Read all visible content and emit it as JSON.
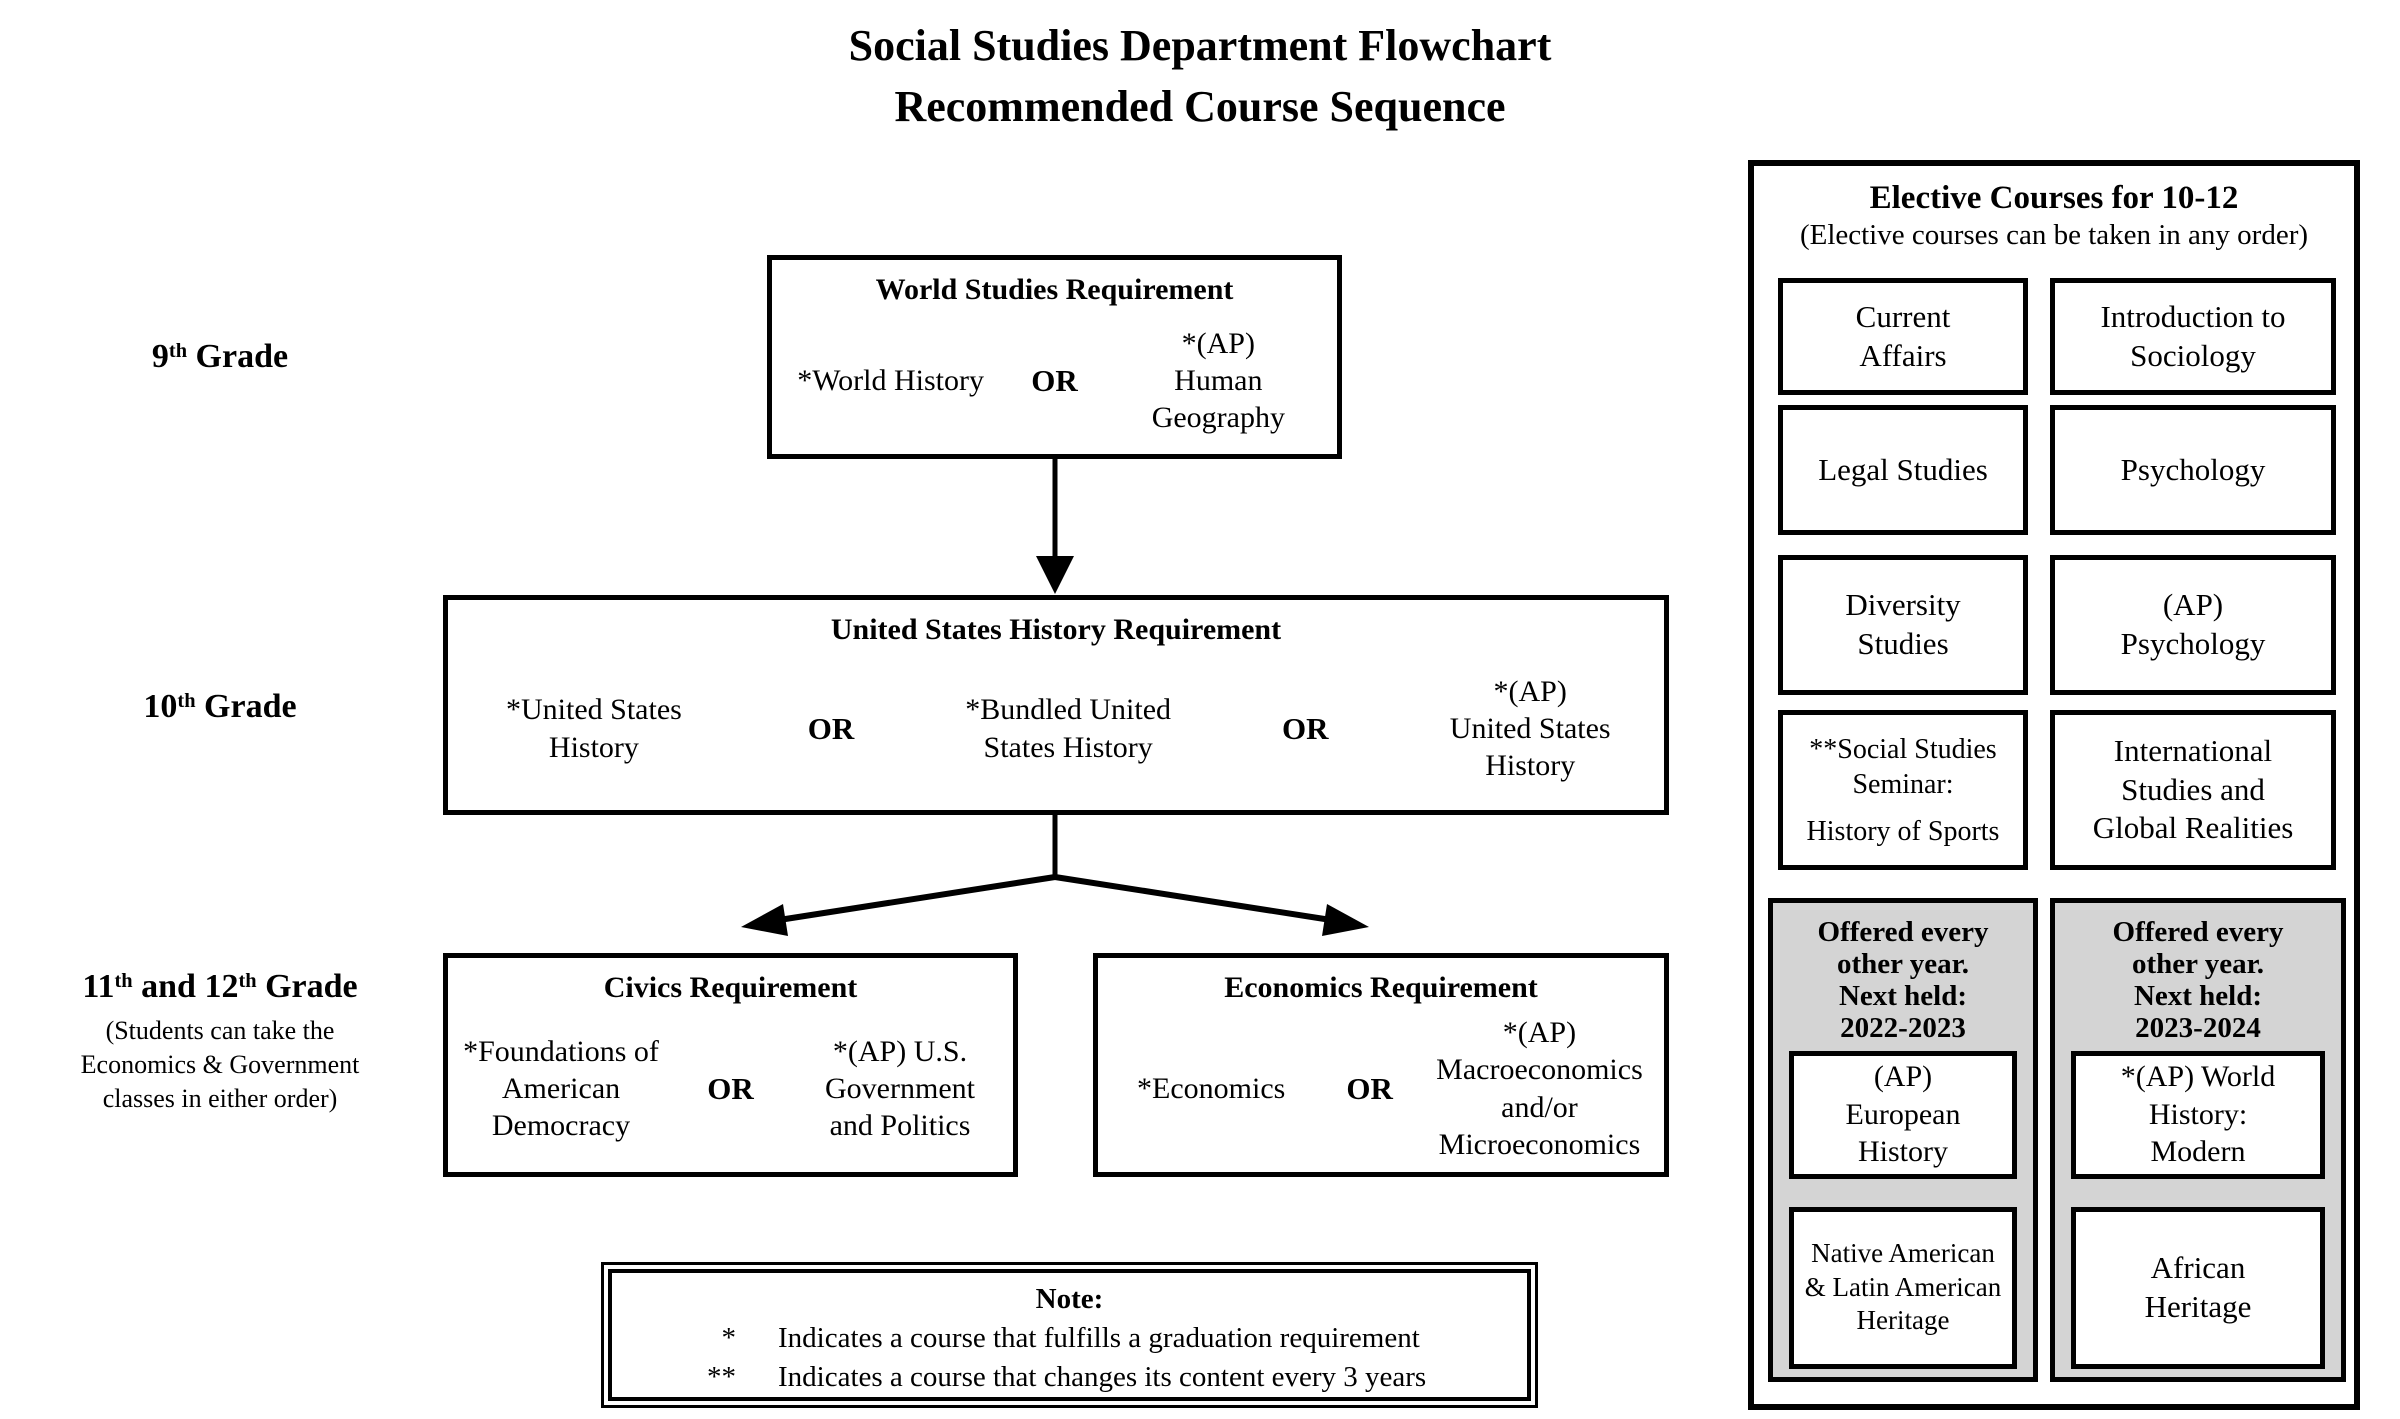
{
  "page": {
    "background": "#ffffff",
    "ink": "#000000",
    "gray_fill": "#d4d4d4"
  },
  "title": {
    "line1": "Social Studies Department Flowchart",
    "line2": "Recommended Course Sequence"
  },
  "grade9": {
    "base": "9",
    "sup": "th",
    "suffix": " Grade"
  },
  "grade10": {
    "base": "10",
    "sup": "th",
    "suffix": " Grade"
  },
  "grade1112": {
    "p1": "11",
    "sup1": "th",
    "p2": " and 12",
    "sup2": "th",
    "p3": " Grade",
    "note": "(Students can take the\nEconomics & Government\nclasses in either order)"
  },
  "world_studies": {
    "title": "World Studies Requirement",
    "opt1": "*World History",
    "or": "OR",
    "opt2": "*(AP)\nHuman\nGeography"
  },
  "us_history": {
    "title": "United States History Requirement",
    "opt1": "*United States\nHistory",
    "or1": "OR",
    "opt2": "*Bundled United\nStates History",
    "or2": "OR",
    "opt3": "*(AP)\nUnited States\nHistory"
  },
  "civics": {
    "title": "Civics Requirement",
    "opt1": "*Foundations of\nAmerican\nDemocracy",
    "or": "OR",
    "opt2": "*(AP) U.S.\nGovernment\nand Politics"
  },
  "economics": {
    "title": "Economics Requirement",
    "opt1": "*Economics",
    "or": "OR",
    "opt2": "*(AP)\nMacroeconomics\nand/or\nMicroeconomics"
  },
  "note": {
    "title": "Note:",
    "items": [
      {
        "symbol": "*",
        "text": "Indicates a course that fulfills a graduation requirement"
      },
      {
        "symbol": "**",
        "text": "Indicates a course that changes its content every 3 years"
      }
    ]
  },
  "electives": {
    "title": "Elective Courses for 10-12",
    "subtitle": "(Elective courses can be taken in any order)",
    "row1_left": "Current\nAffairs",
    "row1_right": "Introduction to\nSociology",
    "row2_left": "Legal Studies",
    "row2_right": "Psychology",
    "row3_left": "Diversity\nStudies",
    "row3_right": "(AP)\nPsychology",
    "row4_left_top": "**Social Studies\nSeminar:",
    "row4_left_bottom": "History of Sports",
    "row4_right": "International\nStudies and\nGlobal Realities",
    "biennial_left": {
      "caption": "Offered every\nother year.\nNext held:\n2022-2023",
      "course1": "(AP)\nEuropean\nHistory",
      "course2": "Native American\n& Latin American\nHeritage"
    },
    "biennial_right": {
      "caption": "Offered every\nother year.\nNext held:\n2023-2024",
      "course1": "*(AP) World\nHistory:\nModern",
      "course2": "African\nHeritage"
    }
  }
}
